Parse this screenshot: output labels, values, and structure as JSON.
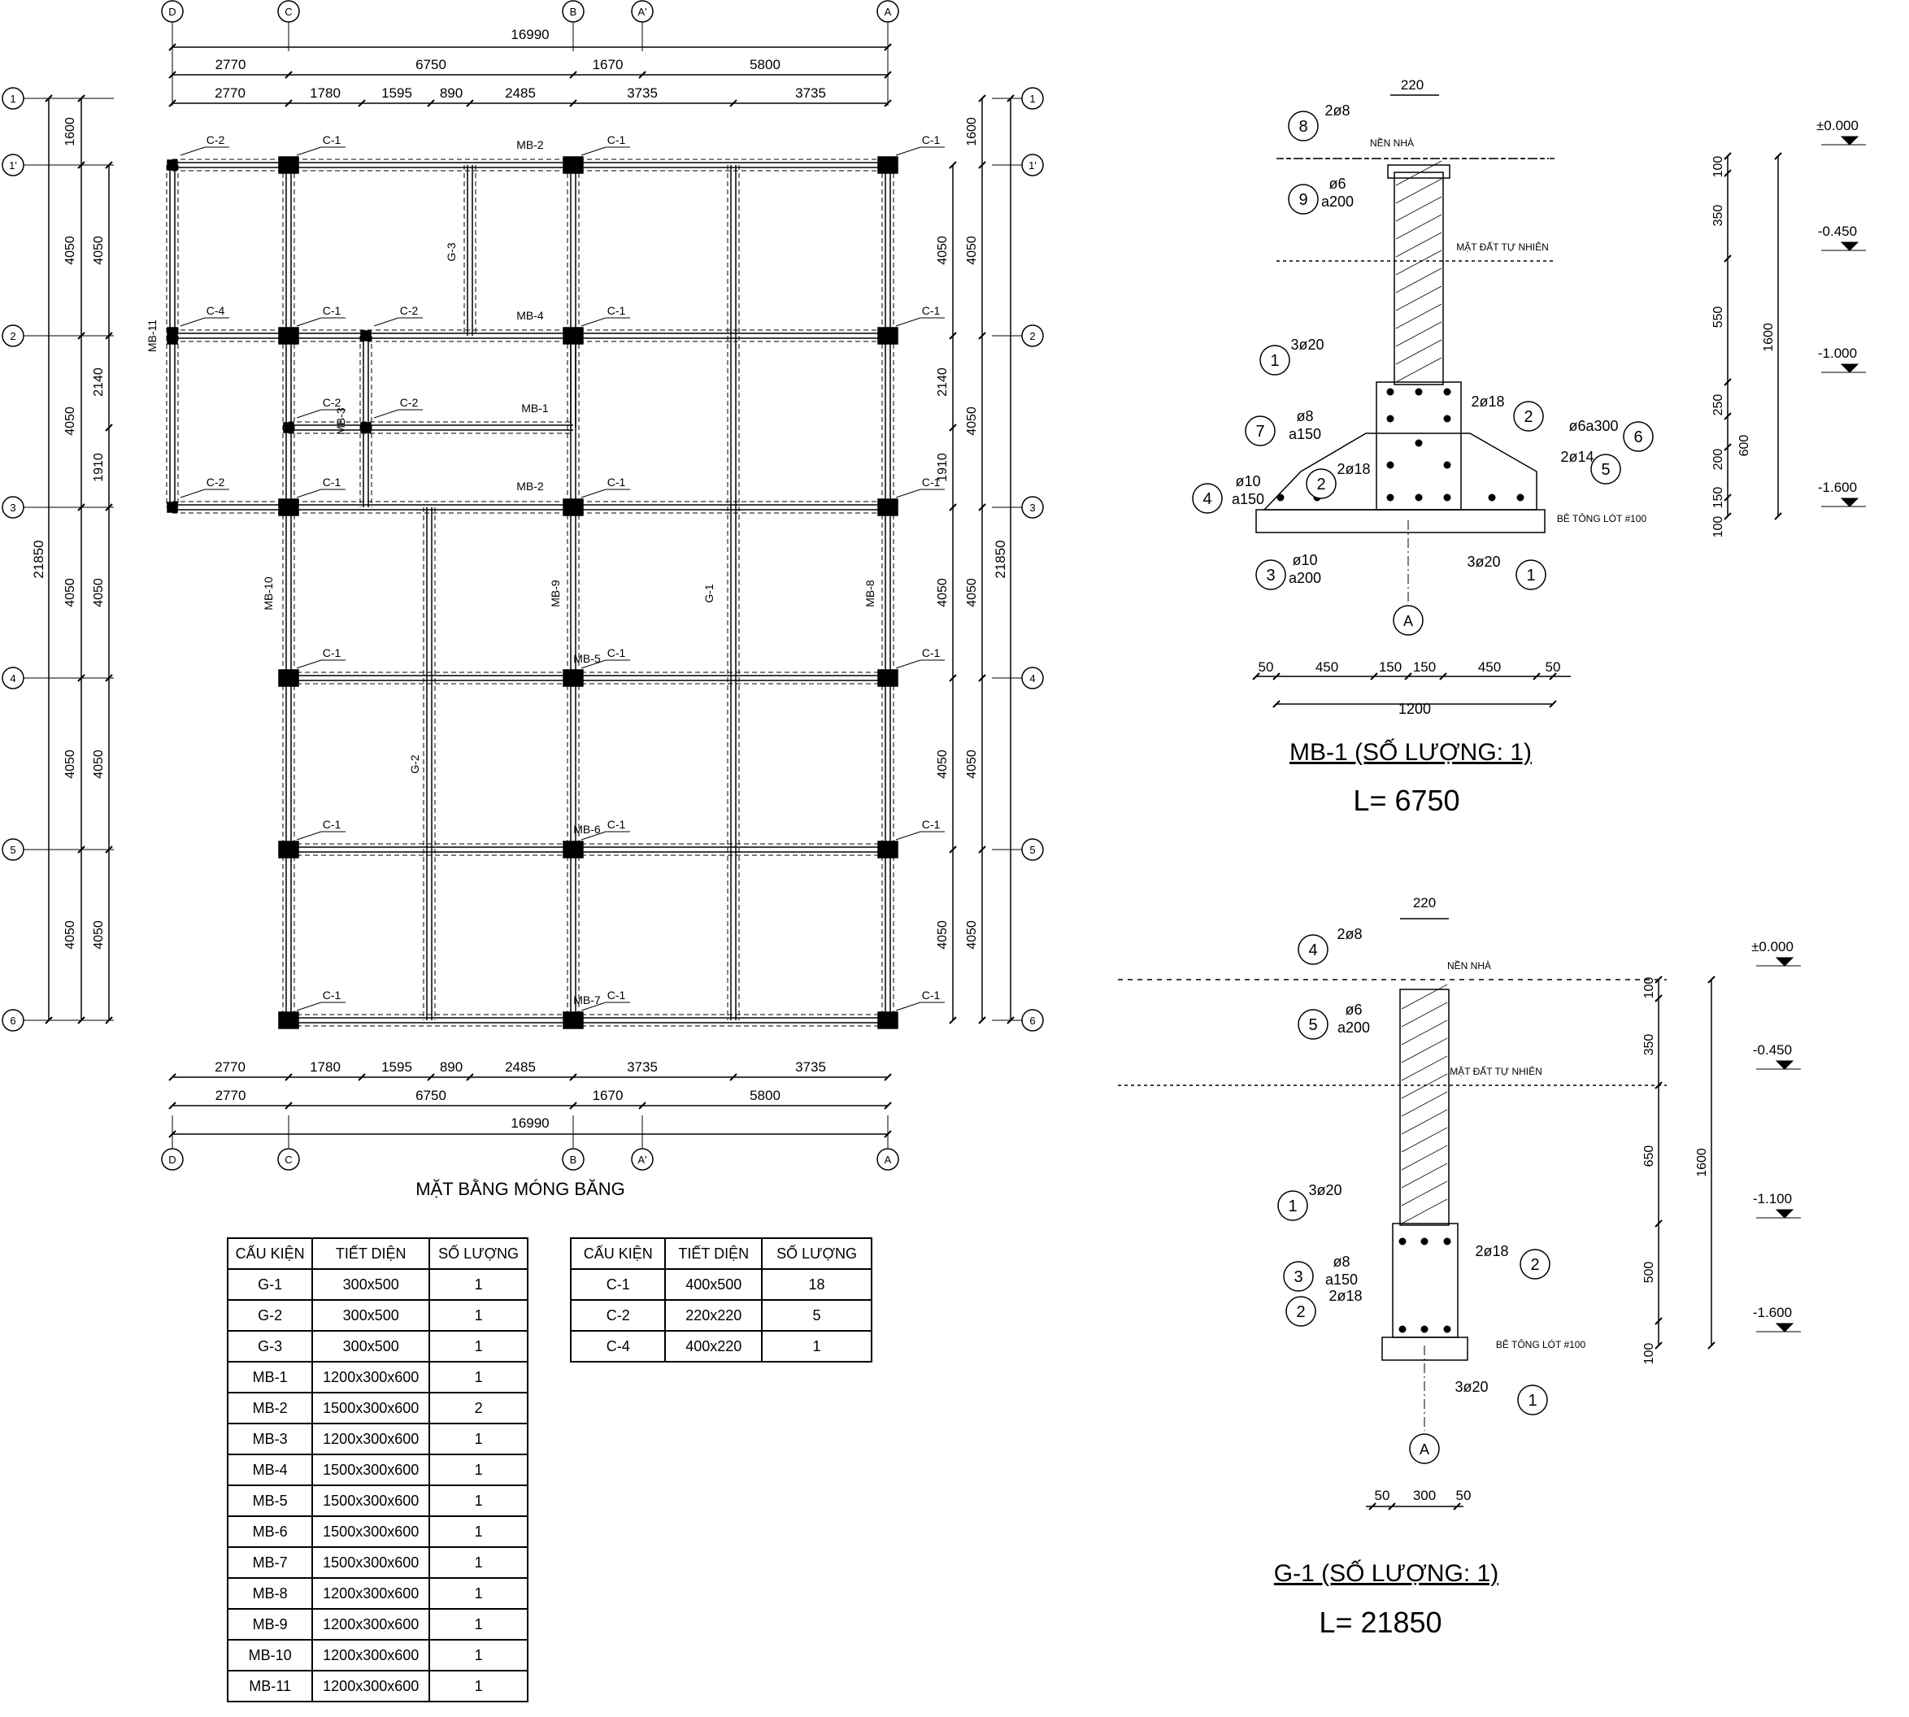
{
  "plan": {
    "title": "MẶT BẰNG MÓNG BĂNG",
    "axes_x": [
      "D",
      "C",
      "B",
      "A'",
      "A"
    ],
    "axes_y": [
      "1",
      "1'",
      "2",
      "3",
      "4",
      "5",
      "6"
    ],
    "dims_top_total": "16990",
    "dims_top_row1": [
      "2770",
      "6750",
      "1670",
      "5800"
    ],
    "dims_top_row2": [
      "2770",
      "1780",
      "1595",
      "890",
      "2485",
      "3735",
      "3735"
    ],
    "dims_left_total": "21850",
    "dims_left_row1": [
      "1600",
      "4050",
      "4050",
      "4050",
      "4050",
      "4050"
    ],
    "dims_left_row2": [
      "4050",
      "2140",
      "1910",
      "4050",
      "4050",
      "4050"
    ],
    "dims_right_total": "21850",
    "dims_right_row1": [
      "1600",
      "4050",
      "4050",
      "4050",
      "4050",
      "4050"
    ],
    "dims_right_row2": [
      "4050",
      "2140",
      "1910",
      "4050",
      "4050",
      "4050"
    ],
    "column_labels": [
      "C-1",
      "C-2",
      "C-4"
    ],
    "beam_labels": [
      "MB-1",
      "MB-2",
      "MB-3",
      "MB-4",
      "MB-5",
      "MB-6",
      "MB-7",
      "MB-8",
      "MB-9",
      "MB-10",
      "MB-11",
      "G-1",
      "G-2",
      "G-3"
    ]
  },
  "table_beams": {
    "headers": [
      "CẤU KIỆN",
      "TIẾT DIỆN",
      "SỐ LƯỢNG"
    ],
    "rows": [
      [
        "G-1",
        "300x500",
        "1"
      ],
      [
        "G-2",
        "300x500",
        "1"
      ],
      [
        "G-3",
        "300x500",
        "1"
      ],
      [
        "MB-1",
        "1200x300x600",
        "1"
      ],
      [
        "MB-2",
        "1500x300x600",
        "2"
      ],
      [
        "MB-3",
        "1200x300x600",
        "1"
      ],
      [
        "MB-4",
        "1500x300x600",
        "1"
      ],
      [
        "MB-5",
        "1500x300x600",
        "1"
      ],
      [
        "MB-6",
        "1500x300x600",
        "1"
      ],
      [
        "MB-7",
        "1500x300x600",
        "1"
      ],
      [
        "MB-8",
        "1200x300x600",
        "1"
      ],
      [
        "MB-9",
        "1200x300x600",
        "1"
      ],
      [
        "MB-10",
        "1200x300x600",
        "1"
      ],
      [
        "MB-11",
        "1200x300x600",
        "1"
      ]
    ]
  },
  "table_columns": {
    "headers": [
      "CẤU KIỆN",
      "TIẾT DIỆN",
      "SỐ LƯỢNG"
    ],
    "rows": [
      [
        "C-1",
        "400x500",
        "18"
      ],
      [
        "C-2",
        "220x220",
        "5"
      ],
      [
        "C-4",
        "400x220",
        "1"
      ]
    ]
  },
  "section_mb1": {
    "title": "MB-1  (SỐ LƯỢNG: 1)",
    "length": "L= 6750",
    "top_width": "220",
    "labels": {
      "nen": "NỀN NHÀ",
      "dat": "MẶT ĐẤT TỰ NHIÊN",
      "lot": "BÊ TÔNG LÓT #100",
      "axis": "A"
    },
    "levels": [
      "±0.000",
      "-0.450",
      "-1.000",
      "-1.600"
    ],
    "vdims": [
      "100",
      "350",
      "550",
      "250",
      "200",
      "150",
      "100"
    ],
    "vdims2": [
      "1600",
      "600"
    ],
    "bottom_dims": [
      "50",
      "450",
      "150",
      "150",
      "450",
      "50"
    ],
    "bottom_total": "1200",
    "callouts": [
      {
        "num": "8",
        "text": "2ø8"
      },
      {
        "num": "9",
        "text": "ø6",
        "text2": "a200"
      },
      {
        "num": "1",
        "text": "3ø20"
      },
      {
        "num": "2",
        "text": "2ø18"
      },
      {
        "num": "7",
        "text": "ø8",
        "text2": "a150"
      },
      {
        "num": "6",
        "text": "ø6a300"
      },
      {
        "num": "5",
        "text": "2ø14"
      },
      {
        "num": "4",
        "text": "ø10",
        "text2": "a150"
      },
      {
        "num": "2",
        "text": "2ø18"
      },
      {
        "num": "3",
        "text": "ø10",
        "text2": "a200"
      },
      {
        "num": "1",
        "text": "3ø20"
      }
    ]
  },
  "section_g1": {
    "title": "G-1  (SỐ LƯỢNG: 1)",
    "length": "L= 21850",
    "top_width": "220",
    "labels": {
      "nen": "NỀN NHÀ",
      "dat": "MẶT ĐẤT TỰ NHIÊN",
      "lot": "BÊ TÔNG LÓT #100",
      "axis": "A"
    },
    "levels": [
      "±0.000",
      "-0.450",
      "-1.100",
      "-1.600"
    ],
    "vdims": [
      "100",
      "350",
      "650",
      "500",
      "100"
    ],
    "vdim_total": "1600",
    "bottom_dims": [
      "50",
      "300",
      "50"
    ],
    "callouts": [
      {
        "num": "4",
        "text": "2ø8"
      },
      {
        "num": "5",
        "text": "ø6",
        "text2": "a200"
      },
      {
        "num": "1",
        "text": "3ø20"
      },
      {
        "num": "2",
        "text": "2ø18"
      },
      {
        "num": "3",
        "text": "ø8",
        "text2": "a150"
      },
      {
        "num": "2",
        "text": "2ø18"
      },
      {
        "num": "1",
        "text": "3ø20"
      }
    ]
  }
}
